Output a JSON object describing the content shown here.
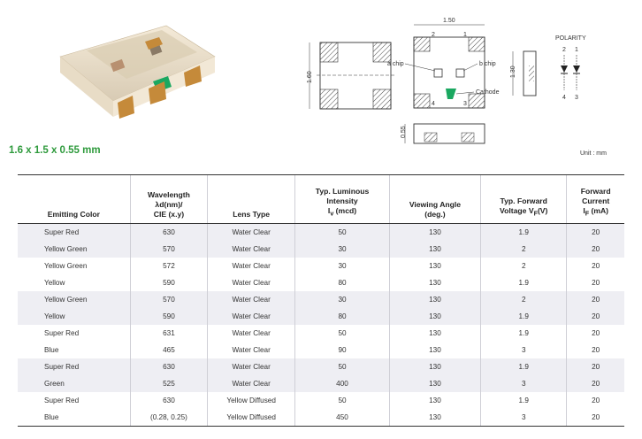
{
  "caption": {
    "size": "1.6 x 1.5 x 0.55 mm",
    "unit": "Unit : mm"
  },
  "drawing": {
    "top_width": "1.50",
    "left_height": "1.60",
    "side_height": "1.30",
    "bottom_height": "0.55",
    "a_chip": "a chip",
    "b_chip": "b chip",
    "cathode": "Cathode",
    "polarity": "POLARITY",
    "pins_top": [
      "2",
      "1"
    ],
    "pins_bottom": [
      "4",
      "3"
    ],
    "pad_numbers": [
      "2",
      "1",
      "4",
      "3"
    ]
  },
  "table": {
    "headers": {
      "h0": [
        "Emitting Color"
      ],
      "h1": [
        "Wavelength",
        "λd(nm)/",
        "CIE (x.y)"
      ],
      "h2": [
        "Lens Type"
      ],
      "h3": [
        "Typ. Luminous",
        "Intensity",
        "I",
        "v",
        " (mcd)"
      ],
      "h4": [
        "Viewing Angle",
        "(deg.)"
      ],
      "h5": [
        "Typ. Forward",
        "Voltage V",
        "F",
        "(V)"
      ],
      "h6": [
        "Forward",
        "Current",
        "I",
        "F",
        " (mA)"
      ]
    },
    "rows": [
      [
        "Super Red",
        "630",
        "Water Clear",
        "50",
        "130",
        "1.9",
        "20"
      ],
      [
        "Yellow  Green",
        "570",
        "Water Clear",
        "30",
        "130",
        "2",
        "20"
      ],
      [
        "Yellow  Green",
        "572",
        "Water Clear",
        "30",
        "130",
        "2",
        "20"
      ],
      [
        "Yellow",
        "590",
        "Water Clear",
        "80",
        "130",
        "1.9",
        "20"
      ],
      [
        "Yellow  Green",
        "570",
        "Water Clear",
        "30",
        "130",
        "2",
        "20"
      ],
      [
        "Yellow",
        "590",
        "Water Clear",
        "80",
        "130",
        "1.9",
        "20"
      ],
      [
        "Super Red",
        "631",
        "Water Clear",
        "50",
        "130",
        "1.9",
        "20"
      ],
      [
        "Blue",
        "465",
        "Water Clear",
        "90",
        "130",
        "3",
        "20"
      ],
      [
        "Super Red",
        "630",
        "Water Clear",
        "50",
        "130",
        "1.9",
        "20"
      ],
      [
        "Green",
        "525",
        "Water Clear",
        "400",
        "130",
        "3",
        "20"
      ],
      [
        "Super Red",
        "630",
        "Yellow Diffused",
        "50",
        "130",
        "1.9",
        "20"
      ],
      [
        "Blue",
        "(0.28, 0.25)",
        "Yellow Diffused",
        "450",
        "130",
        "3",
        "20"
      ]
    ]
  },
  "colors": {
    "caption_green": "#2e9a3c",
    "row_shade": "#eeeef3",
    "chip_green": "#1aa860"
  }
}
